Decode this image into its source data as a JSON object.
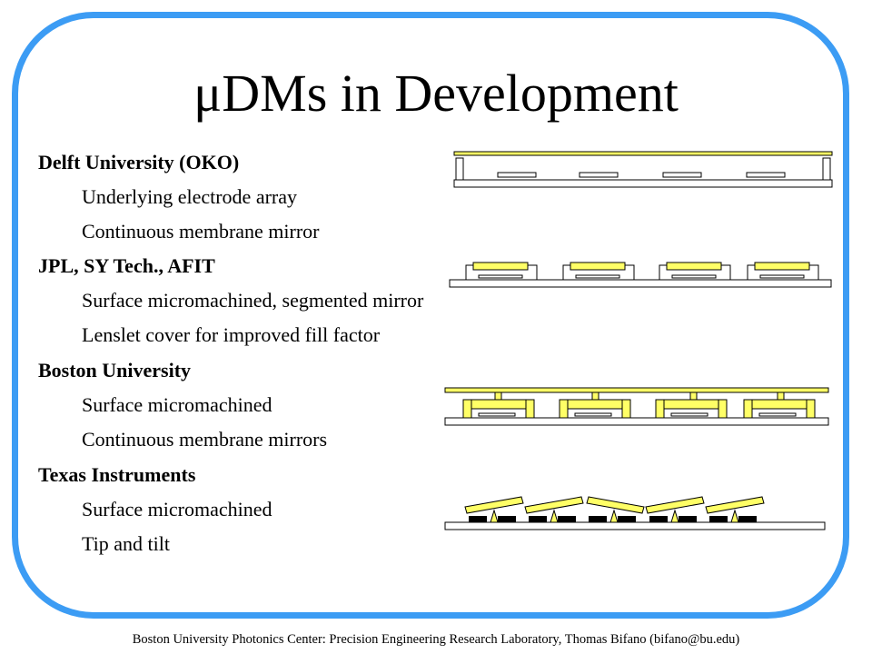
{
  "slide": {
    "title": "μDMs in Development",
    "sections": [
      {
        "heading": "Delft University (OKO)",
        "items": [
          "Underlying electrode array",
          "Continuous membrane mirror"
        ]
      },
      {
        "heading": "JPL, SY Tech., AFIT",
        "items": [
          "Surface micromachined, segmented mirror",
          "Lenslet cover for improved fill factor"
        ]
      },
      {
        "heading": "Boston University",
        "items": [
          "Surface micromachined",
          "Continuous membrane mirrors"
        ]
      },
      {
        "heading": "Texas Instruments",
        "items": [
          "Surface micromachined",
          "Tip and tilt"
        ]
      }
    ],
    "footer": "Boston University Photonics Center: Precision Engineering Research Laboratory, Thomas Bifano (bifano@bu.edu)"
  },
  "colors": {
    "border": "#3c9cf4",
    "mirror": "#ffff66",
    "actuator": "#000000"
  }
}
